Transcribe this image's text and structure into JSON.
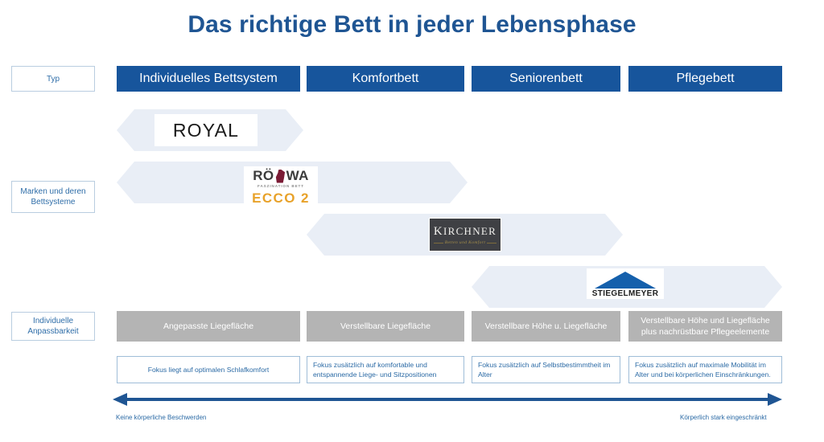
{
  "slide": {
    "title": "Das richtige Bett in jeder Lebensphase",
    "accent_color": "#17559c",
    "title_color": "#1f5593",
    "band_color": "#e9eef6",
    "gray_color": "#b4b4b4"
  },
  "row_labels": {
    "typ": "Typ",
    "marken": "Marken und deren Bettsysteme",
    "marken_line1": "Marken und deren",
    "marken_line2": "Bettsysteme",
    "anpassbarkeit": "Individuelle Anpassbarkeit",
    "anpass_line1": "Individuelle",
    "anpass_line2": "Anpassbarkeit"
  },
  "columns": [
    {
      "type": "Individuelles Bettsystem"
    },
    {
      "type": "Komfortbett"
    },
    {
      "type": "Seniorenbett"
    },
    {
      "type": "Pflegebett"
    }
  ],
  "brands": [
    {
      "name": "ROYAL",
      "wordmark": "ROYAL",
      "spans": "Individuelles Bettsystem"
    },
    {
      "name": "RÖWA ECCO 2",
      "wordmark_part1": "RÖ",
      "wordmark_part2": "WA",
      "tagline": "FASZINATION BETT",
      "product": "ECCO 2",
      "spans": "Individuelles Bettsystem – Komfortbett"
    },
    {
      "name": "KIRCHNER",
      "wordmark_cap": "K",
      "wordmark_rest": "IRCHNER",
      "tagline": "Betten und Komfort",
      "spans": "Komfortbett – Seniorenbett"
    },
    {
      "name": "STIEGELMEYER",
      "wordmark": "STIEGELMEYER",
      "spans": "Seniorenbett – Pflegebett"
    }
  ],
  "adaptability": [
    "Angepasste Liegefläche",
    "Verstellbare Liegefläche",
    "Verstellbare Höhe u. Liegefläche",
    "Verstellbare Höhe und Liegefläche plus nachrüstbare Pflegeelemente"
  ],
  "focus": [
    "Fokus liegt auf optimalen Schlafkomfort",
    "Fokus zusätzlich auf komfortable und entspannende Liege- und Sitzpositionen",
    "Fokus zusätzlich auf Selbstbestimmtheit im Alter",
    "Fokus zusätzlich auf maximale Mobilität im Alter und bei körperlichen Einschränkungen."
  ],
  "scale": {
    "left_label": "Keine körperliche Beschwerden",
    "right_label": "Körperlich stark eingeschränkt",
    "arrow_color": "#1f5593",
    "direction": "double"
  }
}
